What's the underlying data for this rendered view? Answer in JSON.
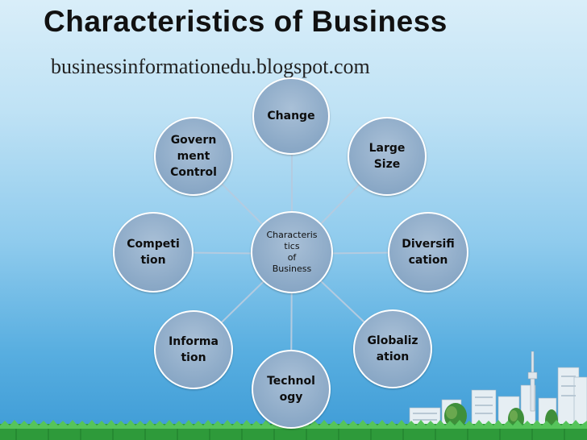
{
  "title": "Characteristics of  Business",
  "subtitle": "businessinformationedu.blogspot.com",
  "center": {
    "label": "Characteris\ntics\nof\nBusiness"
  },
  "nodes": [
    {
      "id": "change",
      "label": "Change"
    },
    {
      "id": "large-size",
      "label": "Large\nSize"
    },
    {
      "id": "diversification",
      "label": "Diversifi\ncation"
    },
    {
      "id": "globalization",
      "label": "Globaliz\nation"
    },
    {
      "id": "technology",
      "label": "Technol\nogy"
    },
    {
      "id": "information",
      "label": "Informa\ntion"
    },
    {
      "id": "competition",
      "label": "Competi\ntion"
    },
    {
      "id": "government-control",
      "label": "Govern\nment\nControl"
    }
  ],
  "colors": {
    "node_fill": "#8aa8c6",
    "node_border": "#ffffff",
    "connector": "#a9c3db",
    "sky_top": "#d9eef9",
    "sky_bottom": "#3d9bd6",
    "grass": "#2e9a3a"
  }
}
